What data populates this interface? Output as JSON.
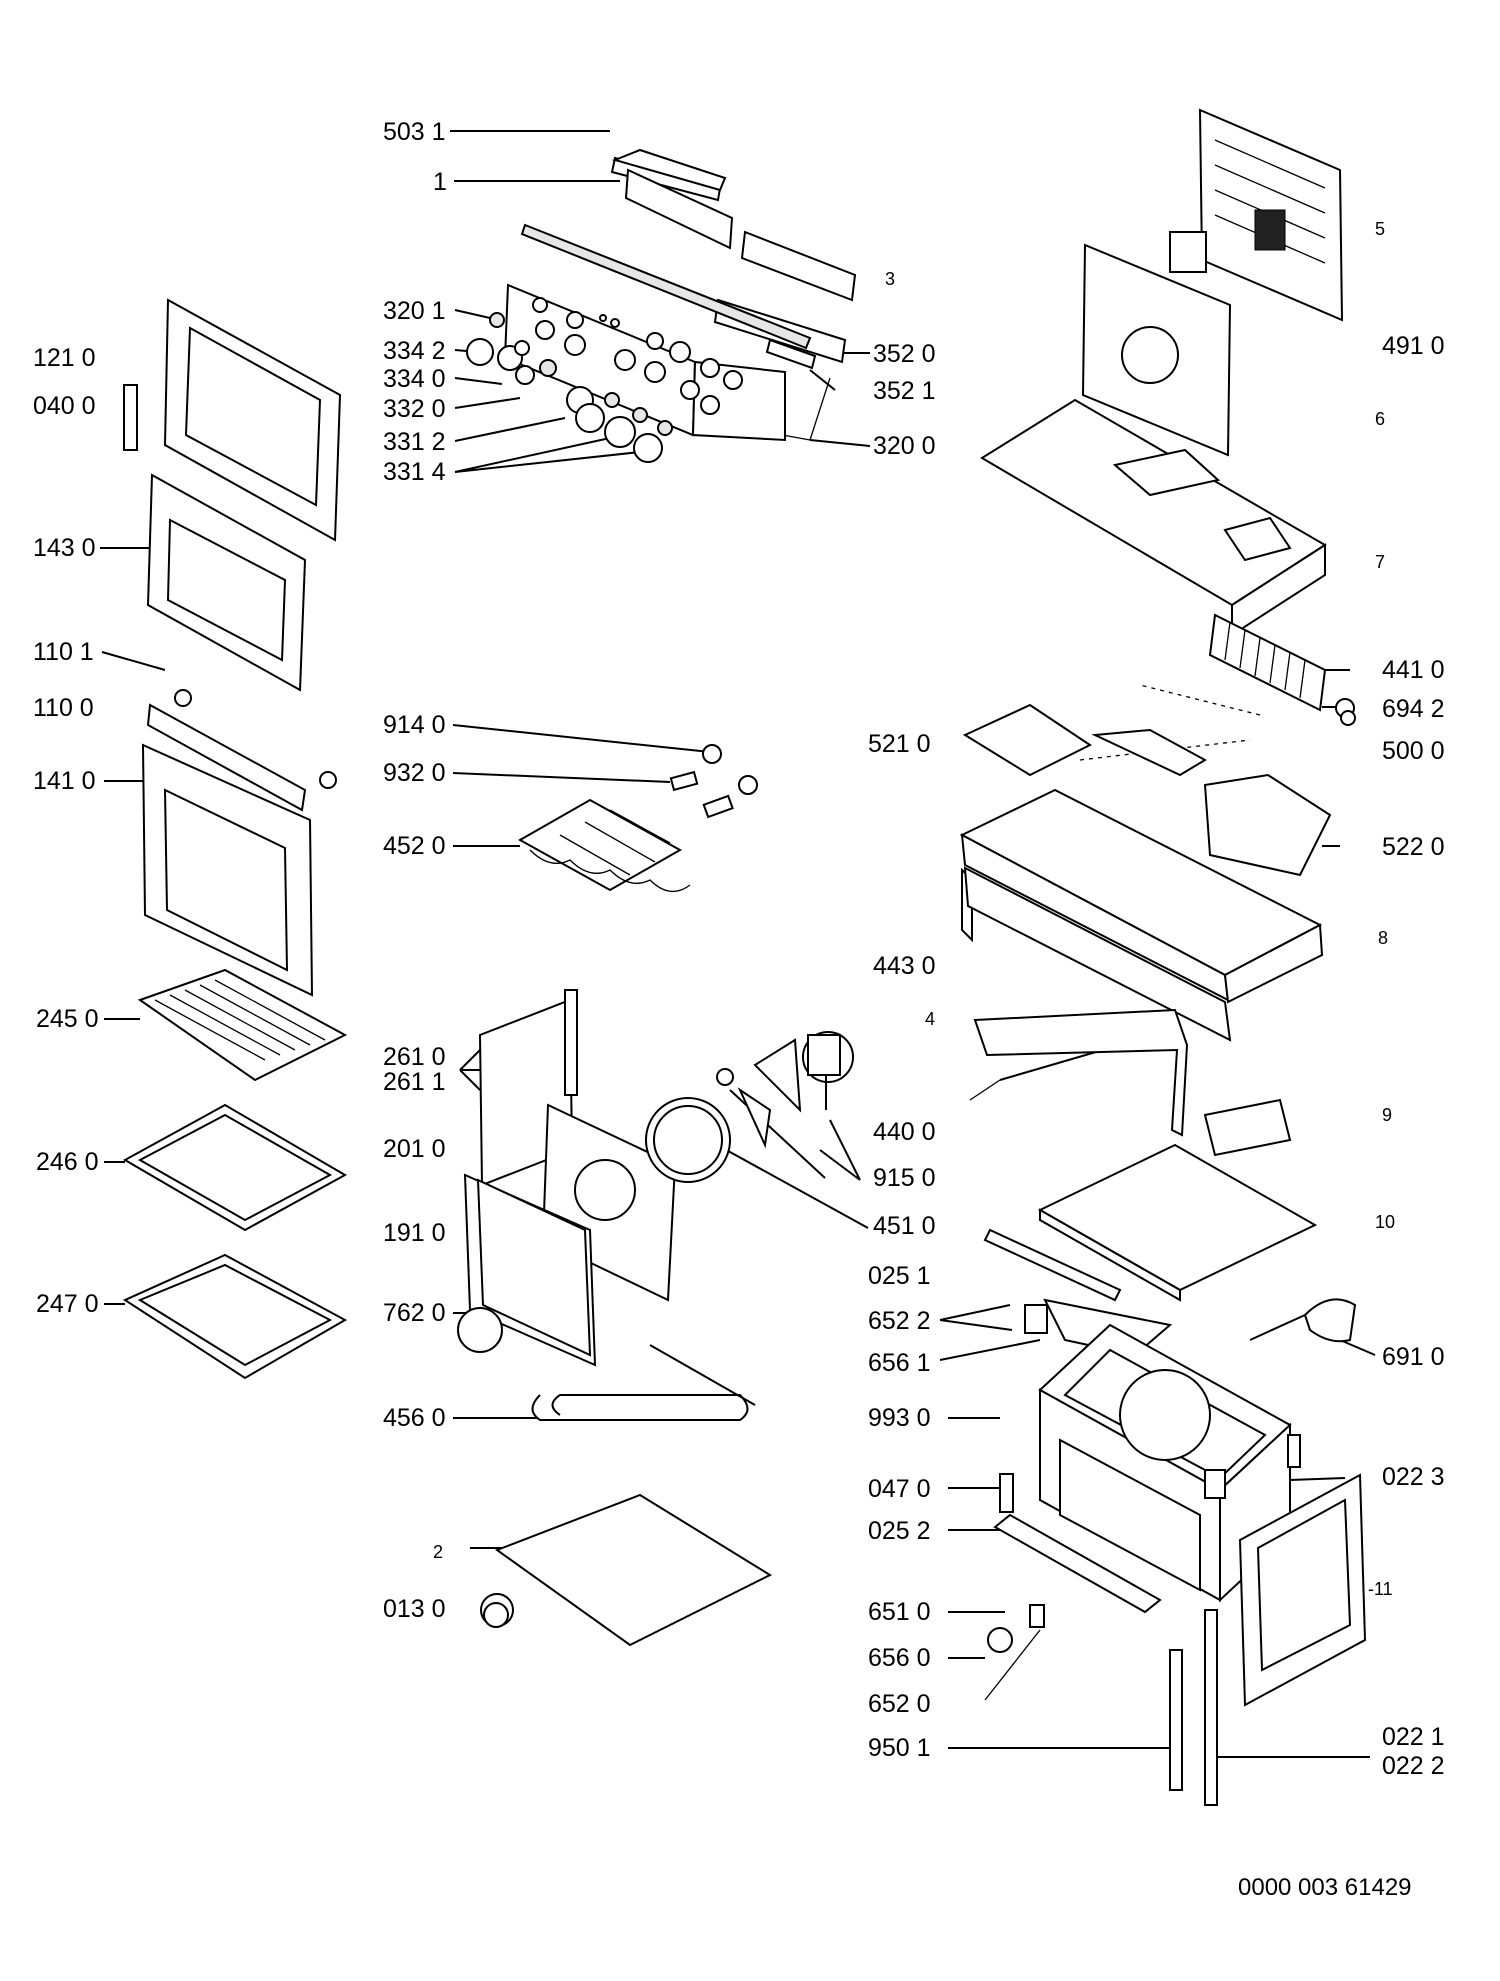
{
  "labels": {
    "503_1": "503 1",
    "1": "1",
    "3": "3",
    "320_1": "320 1",
    "334_2": "334 2",
    "334_0": "334 0",
    "332_0": "332 0",
    "331_2": "331 2",
    "331_4": "331 4",
    "352_0": "352 0",
    "352_1": "352 1",
    "320_0": "320 0",
    "121_0": "121 0",
    "040_0": "040 0",
    "143_0": "143 0",
    "110_1": "110 1",
    "110_0": "110 0",
    "141_0": "141 0",
    "245_0": "245 0",
    "246_0": "246 0",
    "247_0": "247 0",
    "914_0": "914 0",
    "932_0": "932 0",
    "452_0": "452 0",
    "261_0": "261 0",
    "261_1": "261 1",
    "201_0": "201 0",
    "191_0": "191 0",
    "762_0": "762 0",
    "456_0": "456 0",
    "2": "2",
    "013_0": "013 0",
    "443_0": "443 0",
    "440_0": "440 0",
    "915_0": "915 0",
    "451_0": "451 0",
    "5": "5",
    "491_0": "491 0",
    "6": "6",
    "7": "7",
    "441_0": "441 0",
    "694_2": "694 2",
    "500_0": "500 0",
    "521_0": "521 0",
    "522_0": "522 0",
    "8": "8",
    "4": "4",
    "9": "9",
    "10": "10",
    "025_1": "025 1",
    "652_2": "652 2",
    "656_1": "656 1",
    "691_0": "691 0",
    "993_0": "993 0",
    "047_0": "047 0",
    "025_2": "025 2",
    "022_3": "022 3",
    "-11": "-11",
    "651_0": "651 0",
    "656_0": "656 0",
    "652_0": "652 0",
    "950_1": "950 1",
    "022_1": "022 1",
    "022_2": "022 2"
  },
  "document_number": "0000 003 61429"
}
